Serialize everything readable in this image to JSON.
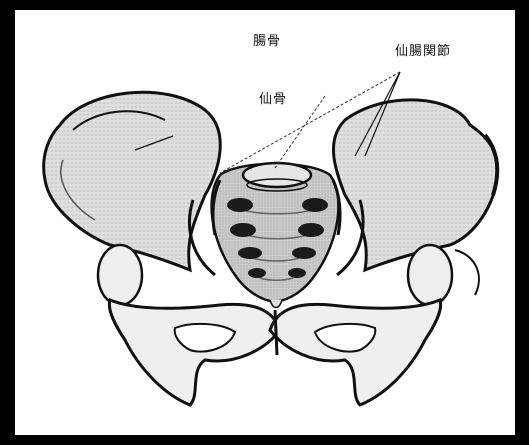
{
  "labels": {
    "ilium": "腸骨",
    "sacrum": "仙骨",
    "sacroiliac_joint": "仙腸関節"
  },
  "colors": {
    "bone_fill": "#d8d8d8",
    "bone_light": "#eeeeee",
    "outline": "#111111",
    "sacrum_fill": "#c8c8c8",
    "foramen": "#1a1a1a",
    "background": "#000000"
  }
}
